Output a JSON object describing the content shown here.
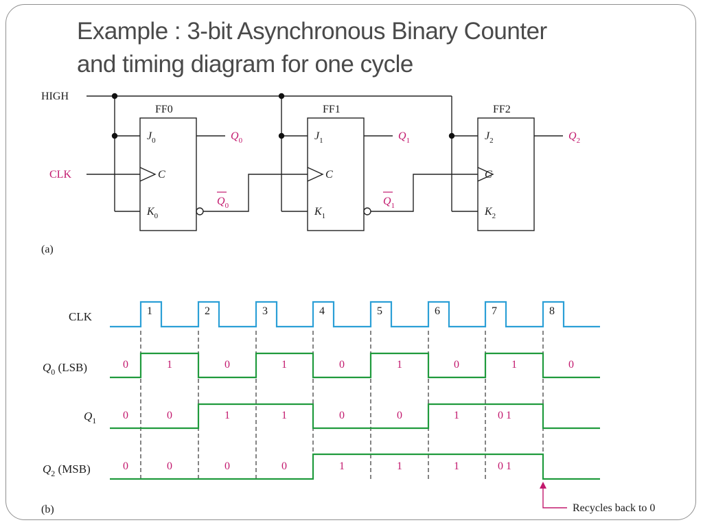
{
  "slide": {
    "title_line1": "Example : 3-bit Asynchronous Binary Counter",
    "title_line2": "and timing diagram for one cycle"
  },
  "circuit": {
    "caption": "(a)",
    "high_label": "HIGH",
    "clk_label": "CLK",
    "flip_flops": [
      {
        "name": "FF0",
        "j": "J",
        "j_sub": "0",
        "c": "C",
        "k": "K",
        "k_sub": "0",
        "q": "Q",
        "q_sub": "0",
        "qbar": "Q",
        "qbar_sub": "0"
      },
      {
        "name": "FF1",
        "j": "J",
        "j_sub": "1",
        "c": "C",
        "k": "K",
        "k_sub": "1",
        "q": "Q",
        "q_sub": "1",
        "qbar": "Q",
        "qbar_sub": "1"
      },
      {
        "name": "FF2",
        "j": "J",
        "j_sub": "2",
        "c": "C",
        "k": "K",
        "k_sub": "2",
        "q": "Q",
        "q_sub": "2"
      }
    ],
    "colors": {
      "wire": "#222222",
      "signal": "#c2186d"
    }
  },
  "timing": {
    "caption": "(b)",
    "clk_label": "CLK",
    "clock_pulses": [
      "1",
      "2",
      "3",
      "4",
      "5",
      "6",
      "7",
      "8"
    ],
    "rows": [
      {
        "label": "Q",
        "sub": "0",
        "suffix": " (LSB)",
        "bits": [
          "0",
          "1",
          "0",
          "1",
          "0",
          "1",
          "0",
          "1",
          "0"
        ]
      },
      {
        "label": "Q",
        "sub": "1",
        "suffix": "",
        "bits": [
          "0",
          "0",
          "1",
          "1",
          "0",
          "0",
          "1",
          "0 1"
        ]
      },
      {
        "label": "Q",
        "sub": "2",
        "suffix": " (MSB)",
        "bits": [
          "0",
          "0",
          "0",
          "0",
          "1",
          "1",
          "1",
          "0 1"
        ]
      }
    ],
    "recycle_note": "Recycles back to 0",
    "colors": {
      "clock": "#2b9fd6",
      "output": "#1f9a3c",
      "bit_text": "#c2186d"
    }
  }
}
